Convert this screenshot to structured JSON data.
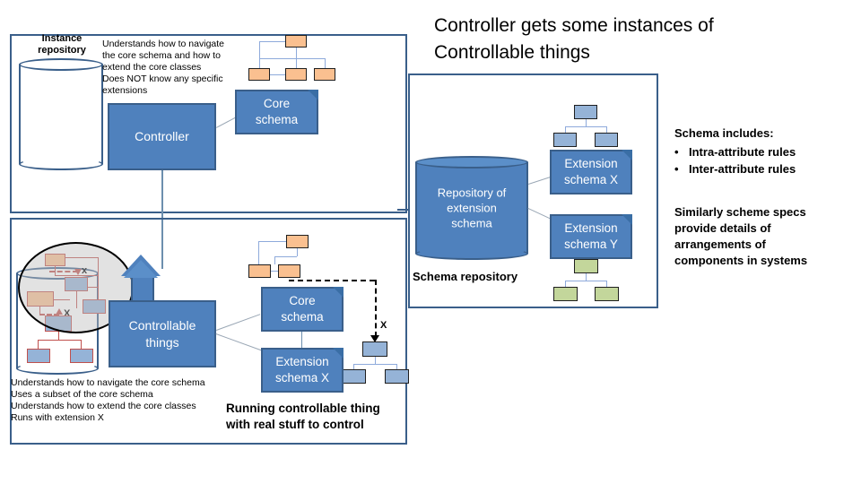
{
  "slide": {
    "title_line1": "Controller gets some instances of",
    "title_line2": "Controllable things"
  },
  "panels": {
    "controller_panel": {
      "name": "controller-panel",
      "repository_label_line1": "Instance",
      "repository_label_line2": "repository",
      "notes": [
        "Understands how to navigate",
        "the core schema and how to",
        "extend the core classes",
        "Does NOT know any specific",
        "extensions"
      ],
      "controller_box": "Controller",
      "core_schema_box_line1": "Core",
      "core_schema_box_line2": "schema"
    },
    "controllable_panel": {
      "name": "controllable-things-panel",
      "controllable_box_line1": "Controllable",
      "controllable_box_line2": "things",
      "core_schema_box_line1": "Core",
      "core_schema_box_line2": "schema",
      "extension_schema_box_line1": "Extension",
      "extension_schema_box_line2": "schema X",
      "notes": [
        "Understands how to navigate the core schema",
        "Uses a subset of the core schema",
        "Understands how to extend the core classes",
        "Runs with extension X"
      ],
      "caption_line1": "Running controllable thing",
      "caption_line2": "with real stuff to control",
      "extension_marker": "X"
    },
    "schema_repository_panel": {
      "name": "schema-repository-panel",
      "cylinder_line1": "Repository of",
      "cylinder_line2": "extension",
      "cylinder_line3": "schema",
      "panel_label": "Schema repository",
      "extension_x_line1": "Extension",
      "extension_x_line2": "schema X",
      "extension_y_line1": "Extension",
      "extension_y_line2": "schema Y"
    }
  },
  "side_notes": {
    "schema_includes_heading": "Schema includes:",
    "schema_includes_items": [
      "Intra-attribute rules",
      "Inter-attribute rules"
    ],
    "similarly_note": [
      "Similarly scheme specs",
      "provide details of",
      "arrangements of",
      "components in systems"
    ]
  },
  "markers": {
    "x_inner_top": "x",
    "x_inner_mid": "X"
  },
  "colors": {
    "box_blue": "#4f81bd",
    "box_blue_border": "#3a5f8a",
    "node_orange": "#fac090",
    "node_light_blue": "#95b3d7",
    "node_green": "#c3d69b",
    "node_red_outline": "#c0504d",
    "connector_blue": "#8eaadb",
    "text_white": "#ffffff",
    "text_black": "#000000"
  }
}
